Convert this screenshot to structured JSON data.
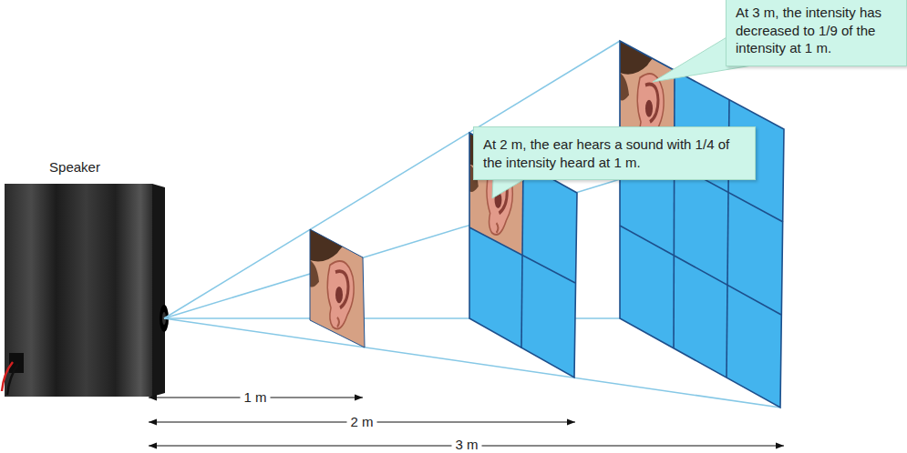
{
  "diagram": {
    "nodes": [
      {
        "text": [
          "At 2 m, the ear hears a sound with 1/4 of the intensity heard at 1 m."
        ]
      },
      {
        "text": [
          "At 3 m, the intensity has decreased to 1/9 of the intensity at 1 m."
        ]
      }
    ],
    "labels": [
      "Speaker",
      "1 m",
      "2 m",
      "3 m"
    ]
  }
}
